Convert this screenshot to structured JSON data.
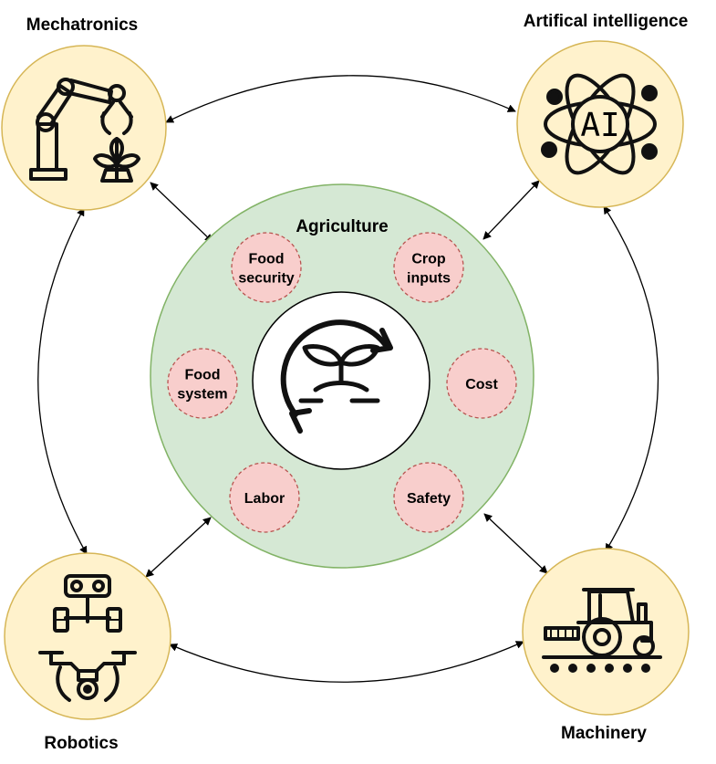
{
  "center": {
    "title": "Agriculture",
    "fill": "#d5e8d4",
    "stroke": "#82b366",
    "factors": [
      {
        "id": "food-security",
        "lines": [
          "Food",
          "security"
        ]
      },
      {
        "id": "crop-inputs",
        "lines": [
          "Crop",
          "inputs"
        ]
      },
      {
        "id": "food-system",
        "lines": [
          "Food",
          "system"
        ]
      },
      {
        "id": "cost",
        "lines": [
          "Cost"
        ]
      },
      {
        "id": "labor",
        "lines": [
          "Labor"
        ]
      },
      {
        "id": "safety",
        "lines": [
          "Safety"
        ]
      }
    ],
    "factor_fill": "#f8cecc",
    "factor_stroke": "#b85450",
    "hub_icon": "sprout-cycle-icon"
  },
  "nodes": {
    "mechatronics": {
      "label": "Mechatronics",
      "icon": "robot-arm-plant-icon"
    },
    "ai": {
      "label": "Artifical intelligence",
      "icon": "ai-atom-icon",
      "icon_text": "AI"
    },
    "robotics": {
      "label": "Robotics",
      "icon": "robot-drone-icon"
    },
    "machinery": {
      "label": "Machinery",
      "icon": "tractor-icon"
    },
    "fill": "#fff2cc",
    "stroke": "#d6b656"
  },
  "connectors": {
    "style": "double-headed arrows",
    "links": [
      [
        "mechatronics",
        "ai"
      ],
      [
        "mechatronics",
        "robotics"
      ],
      [
        "ai",
        "machinery"
      ],
      [
        "robotics",
        "machinery"
      ],
      [
        "mechatronics",
        "center"
      ],
      [
        "ai",
        "center"
      ],
      [
        "robotics",
        "center"
      ],
      [
        "machinery",
        "center"
      ]
    ]
  }
}
